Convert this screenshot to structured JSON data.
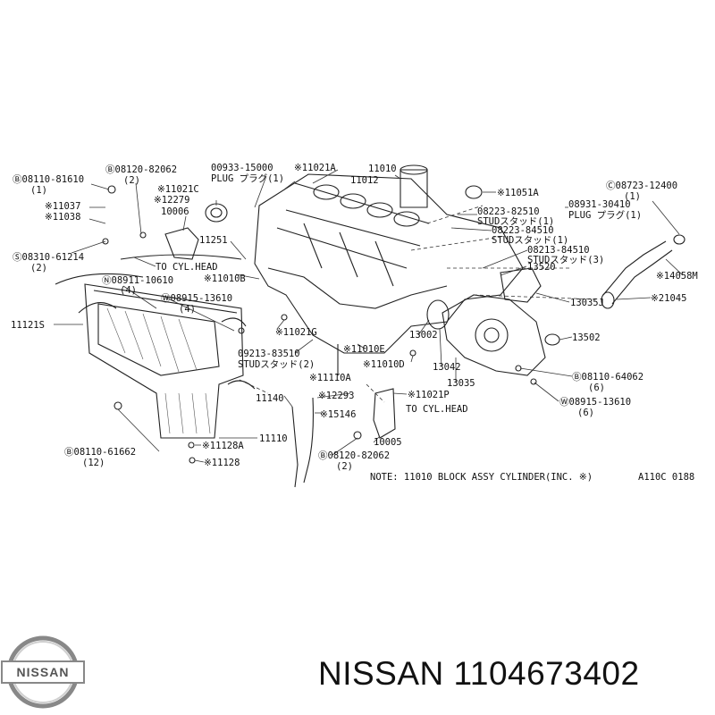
{
  "diagram": {
    "labels": [
      {
        "id": "bolt-08110-81610",
        "text": "Ⓑ08110-81610"
      },
      {
        "id": "qty-08110-81610",
        "text": "(1)"
      },
      {
        "id": "bolt-08120-82062-top",
        "text": "Ⓑ08120-82062"
      },
      {
        "id": "qty-08120-82062-top",
        "text": "(2)"
      },
      {
        "id": "plug-00933-15000",
        "text": "00933-15000"
      },
      {
        "id": "plug-label",
        "text": "PLUG プラグ(1)"
      },
      {
        "id": "part-11021a",
        "text": "※11021A"
      },
      {
        "id": "part-11010",
        "text": "11010"
      },
      {
        "id": "part-11012",
        "text": "11012"
      },
      {
        "id": "part-11021c",
        "text": "※11021C"
      },
      {
        "id": "part-12279",
        "text": "※12279"
      },
      {
        "id": "part-10006",
        "text": "10006"
      },
      {
        "id": "part-11037",
        "text": "※11037"
      },
      {
        "id": "part-11038",
        "text": "※11038"
      },
      {
        "id": "part-11251",
        "text": "11251"
      },
      {
        "id": "screw-08310-61214",
        "text": "Ⓢ08310-61214"
      },
      {
        "id": "qty-08310-61214",
        "text": "(2)"
      },
      {
        "id": "to-cyl-head-1",
        "text": "TO CYL.HEAD"
      },
      {
        "id": "nut-08911-10610",
        "text": "Ⓝ08911-10610"
      },
      {
        "id": "qty-08911-10610",
        "text": "(4)"
      },
      {
        "id": "part-11010b",
        "text": "※11010B"
      },
      {
        "id": "washer-08915-13610-a",
        "text": "Ⓦ08915-13610"
      },
      {
        "id": "qty-08915-13610-a",
        "text": "(4)"
      },
      {
        "id": "part-11121s",
        "text": "11121S"
      },
      {
        "id": "part-11021g",
        "text": "※11021G"
      },
      {
        "id": "stud-09213-83510",
        "text": "09213-83510"
      },
      {
        "id": "stud-label-2",
        "text": "STUDスタッド(2)"
      },
      {
        "id": "part-11010e",
        "text": "※11010E"
      },
      {
        "id": "part-11010d",
        "text": "※11010D"
      },
      {
        "id": "part-11110a",
        "text": "※11110A"
      },
      {
        "id": "part-11140",
        "text": "11140"
      },
      {
        "id": "part-12293",
        "text": "※12293"
      },
      {
        "id": "part-15146",
        "text": "※15146"
      },
      {
        "id": "part-11110",
        "text": "11110"
      },
      {
        "id": "part-11128a",
        "text": "※11128A"
      },
      {
        "id": "part-11128",
        "text": "※11128"
      },
      {
        "id": "bolt-08110-61662",
        "text": "Ⓑ08110-61662"
      },
      {
        "id": "qty-08110-61662",
        "text": "(12)"
      },
      {
        "id": "bolt-08120-82062-bottom",
        "text": "Ⓑ08120-82062"
      },
      {
        "id": "qty-08120-82062-bottom",
        "text": "(2)"
      },
      {
        "id": "part-10005",
        "text": "10005"
      },
      {
        "id": "part-11021p",
        "text": "※11021P"
      },
      {
        "id": "to-cyl-head-2",
        "text": "TO CYL.HEAD"
      },
      {
        "id": "note",
        "text": "NOTE: 11010 BLOCK ASSY CYLINDER(INC. ※)"
      },
      {
        "id": "code",
        "text": "A110C 0188"
      },
      {
        "id": "part-13002",
        "text": "13002"
      },
      {
        "id": "part-13042",
        "text": "13042"
      },
      {
        "id": "part-13035",
        "text": "13035"
      },
      {
        "id": "part-11051a",
        "text": "※11051A"
      },
      {
        "id": "stud-08223-82510",
        "text": "08223-82510"
      },
      {
        "id": "stud-label-1",
        "text": "STUDスタッド(1)"
      },
      {
        "id": "stud-08223-84510",
        "text": "08223-84510"
      },
      {
        "id": "stud-label-1b",
        "text": "STUDスタッド(1)"
      },
      {
        "id": "stud-08213-84510",
        "text": "08213-84510"
      },
      {
        "id": "stud-label-3",
        "text": "STUDスタッド(3)"
      },
      {
        "id": "part-13520",
        "text": "13520"
      },
      {
        "id": "part-13035j",
        "text": "13035J"
      },
      {
        "id": "part-13502",
        "text": "13502"
      },
      {
        "id": "plug-08931-30410",
        "text": "08931-30410"
      },
      {
        "id": "plug-label-2",
        "text": "PLUG プラグ(1)"
      },
      {
        "id": "ring-08723-12400",
        "text": "Ⓒ08723-12400"
      },
      {
        "id": "qty-08723-12400",
        "text": "(1)"
      },
      {
        "id": "part-14058m",
        "text": "※14058M"
      },
      {
        "id": "part-21045",
        "text": "※21045"
      },
      {
        "id": "bolt-08110-64062",
        "text": "Ⓑ08110-64062"
      },
      {
        "id": "qty-08110-64062",
        "text": "(6)"
      },
      {
        "id": "washer-08915-13610-b",
        "text": "Ⓦ08915-13610"
      },
      {
        "id": "qty-08915-13610-b",
        "text": "(6)"
      }
    ]
  },
  "footer": {
    "logo_text": "NISSAN",
    "brand_line": "NISSAN 1104673402"
  }
}
